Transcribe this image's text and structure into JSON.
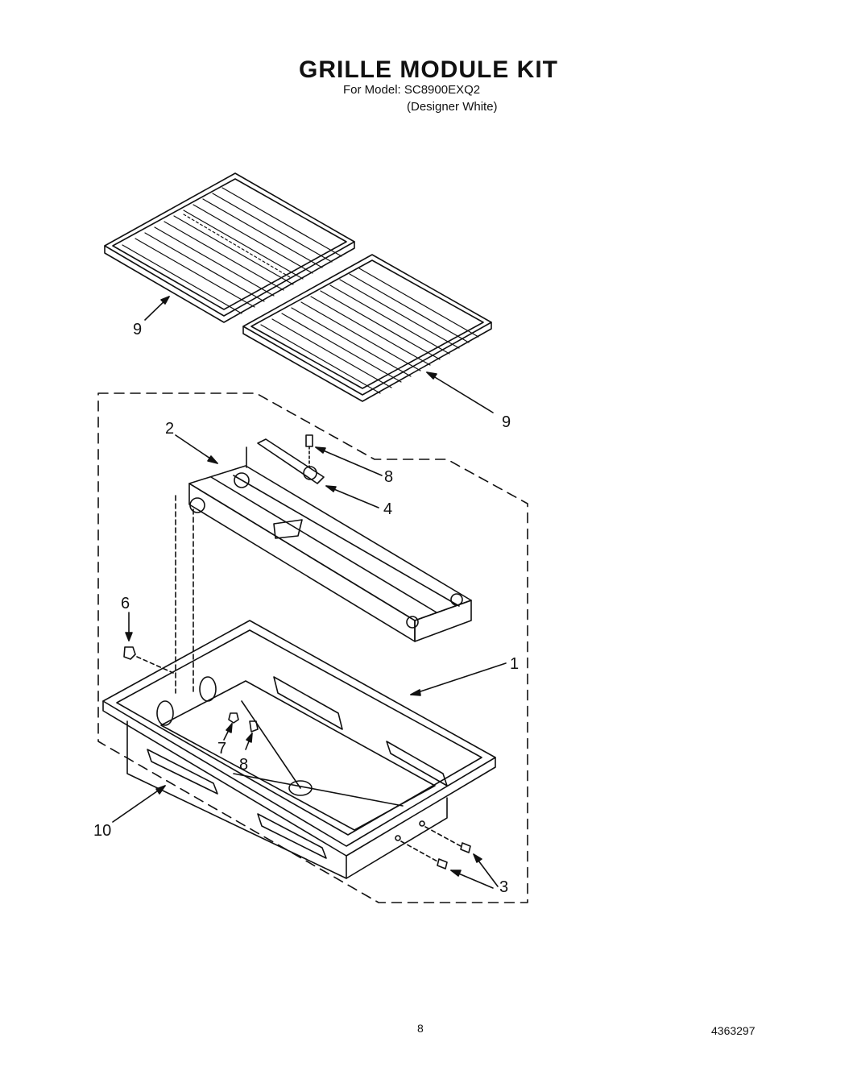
{
  "header": {
    "title": "GRILLE MODULE KIT",
    "model_line": "For Model: SC8900EXQ2",
    "variant_line": "(Designer White)"
  },
  "callouts": {
    "c1": "1",
    "c2": "2",
    "c3": "3",
    "c4": "4",
    "c6": "6",
    "c7": "7",
    "c8a": "8",
    "c8b": "8",
    "c9a": "9",
    "c9b": "9",
    "c10": "10"
  },
  "footer": {
    "page_number": "8",
    "document_number": "4363297"
  },
  "colors": {
    "ink": "#111111",
    "paper": "#ffffff"
  }
}
